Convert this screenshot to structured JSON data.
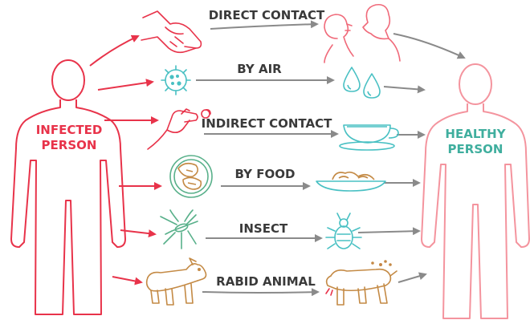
{
  "infected_label": [
    "INFECTED",
    "PERSON"
  ],
  "healthy_label": [
    "HEALTHY",
    "PERSON"
  ],
  "routes": [
    {
      "label": "DIRECT CONTACT",
      "source_icon": "handshake-icon",
      "target_icon": "kissing-couple-icon"
    },
    {
      "label": "BY AIR",
      "source_icon": "virus-icon",
      "target_icon": "droplets-icon"
    },
    {
      "label": "INDIRECT CONTACT",
      "source_icon": "hand-touching-icon",
      "target_icon": "teacup-icon"
    },
    {
      "label": "BY FOOD",
      "source_icon": "food-plate-icon",
      "target_icon": "food-dish-icon"
    },
    {
      "label": "INSECT",
      "source_icon": "mosquito-icon",
      "target_icon": "bedbug-icon"
    },
    {
      "label": "RABID ANIMAL",
      "source_icon": "dog-icon",
      "target_icon": "sick-dog-icon"
    }
  ],
  "colors": {
    "infected": "#e8334a",
    "infected_light": "#f06a7a",
    "healthy_text": "#3fae9e",
    "healthy_outline": "#f4949e",
    "teal": "#48c0c3",
    "arrow_grey": "#8a8a8a",
    "food_green": "#58b08a",
    "animal_brown": "#c48a45",
    "text_dark": "#3a3a3a"
  }
}
